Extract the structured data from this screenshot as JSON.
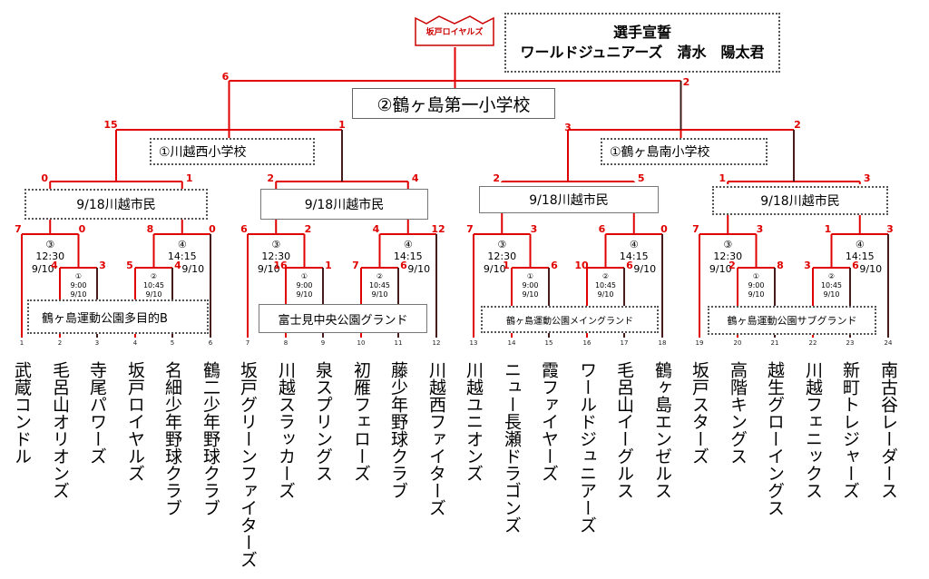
{
  "oath": {
    "line1": "選手宣誓",
    "line2": "ワールドジュニアーズ　清水　陽太君"
  },
  "crown_label": "坂戸ロイヤルズ",
  "final_venue": "②鶴ヶ島第一小学校",
  "semi_venues": [
    "①川越西小学校",
    "①鶴ヶ島南小学校"
  ],
  "quarter_labels": [
    "9/18川越市民",
    "9/18川越市民",
    "9/18川越市民",
    "9/18川越市民"
  ],
  "grounds": [
    "鶴ヶ島運動公園多目的B",
    "富士見中央公園グランド",
    "鶴ヶ島運動公園メイングランド",
    "鶴ヶ島運動公園サブグランド"
  ],
  "match_a": {
    "no": "③",
    "time": "12:30",
    "date": "9/10"
  },
  "match_b": {
    "no": "④",
    "time": "14:15",
    "date": "9/10"
  },
  "match_1": {
    "no": "①",
    "time": "9:00",
    "date": "9/10"
  },
  "match_2": {
    "no": "②",
    "time": "10:45",
    "date": "9/10"
  },
  "team_numbers": [
    "1",
    "2",
    "3",
    "4",
    "5",
    "6",
    "7",
    "8",
    "9",
    "10",
    "11",
    "12",
    "13",
    "14",
    "15",
    "16",
    "17",
    "18",
    "19",
    "20",
    "21",
    "22",
    "23",
    "24"
  ],
  "teams": [
    "武蔵コンドル",
    "毛呂山オリオンズ",
    "寺尾パワーズ",
    "坂戸ロイヤルズ",
    "名細少年野球クラブ",
    "鶴二少年野球クラブ",
    "坂戸グリーンファイターズ",
    "川越スラッカーズ",
    "泉スプリングス",
    "初雁フェローズ",
    "藤少年野球クラブ",
    "川越西ファイターズ",
    "川越ユニオンズ",
    "ニュー長瀬ドラゴンズ",
    "霞ファイヤーズ",
    "ワールドジュニアーズ",
    "毛呂山イーグルス",
    "鶴ヶ島エンゼルス",
    "坂戸スターズ",
    "高階キングス",
    "越生グローイングス",
    "川越フェニックス",
    "新町トレジャーズ",
    "南古谷レーダース"
  ],
  "final_scores": [
    "6",
    "2"
  ],
  "semi_scores": [
    "15",
    "1",
    "3",
    "2"
  ],
  "quarter_scores": [
    "0",
    "1",
    "2",
    "4",
    "2",
    "5",
    "1",
    "3"
  ],
  "r2_scores": [
    "7",
    "0",
    "8",
    "0",
    "6",
    "2",
    "4",
    "12",
    "7",
    "3",
    "6",
    "0",
    "7",
    "3",
    "1",
    "3"
  ],
  "r1_scores": [
    "4",
    "3",
    "5",
    "4",
    "16",
    "1",
    "7",
    "6",
    "1",
    "6",
    "10",
    "6",
    "2",
    "8",
    "3",
    "6"
  ]
}
